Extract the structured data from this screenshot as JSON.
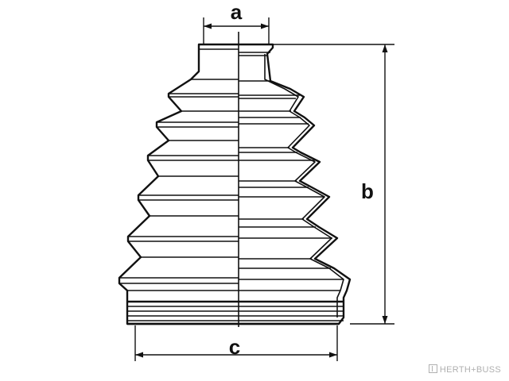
{
  "dimensions": {
    "a": "a",
    "b": "b",
    "c": "c"
  },
  "watermark": "HERTH+BUSS",
  "icons": {
    "watermark_mark": "herth-buss-logo-icon"
  },
  "colors": {
    "line": "#111111",
    "background": "#ffffff",
    "watermark": "#b0b0b0"
  }
}
